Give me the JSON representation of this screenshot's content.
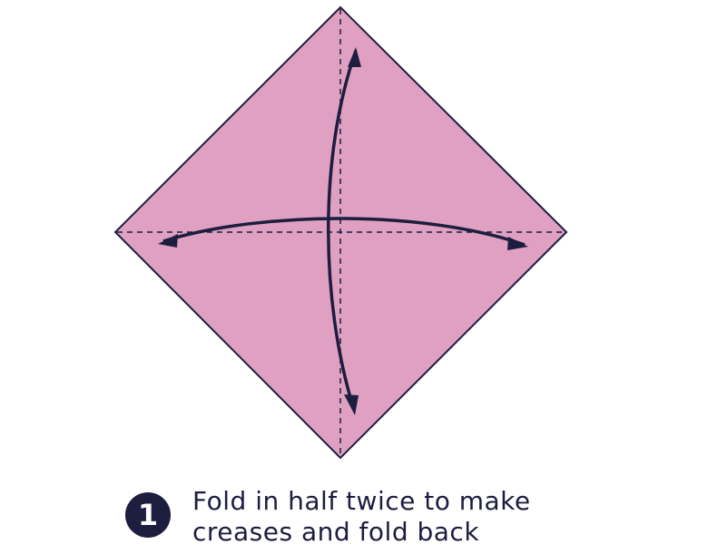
{
  "colors": {
    "paper_fill": "#dfa0c1",
    "outline": "#1c1d3f",
    "ink": "#1c1d3f",
    "background": "#ffffff"
  },
  "icons": {
    "vertical_fold_arrow": "double-headed-curved-arrow-icon",
    "horizontal_fold_arrow": "double-headed-curved-arrow-icon"
  },
  "step": {
    "number": "1",
    "instruction_line1": "Fold in half twice to make",
    "instruction_line2": "creases and fold back"
  }
}
